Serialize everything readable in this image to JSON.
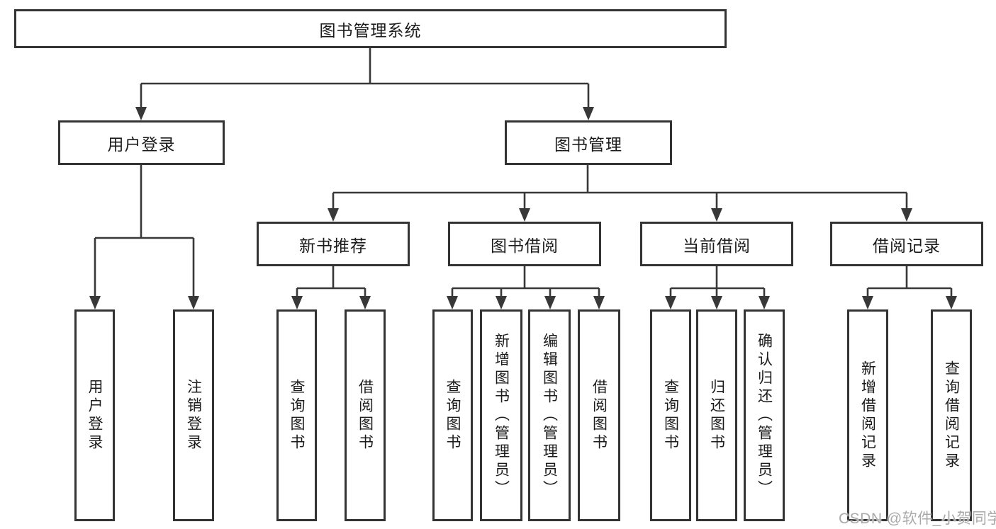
{
  "tree": {
    "label": "图书管理系统",
    "children": [
      {
        "label": "用户登录",
        "children": [
          {
            "label": "用户登录"
          },
          {
            "label": "注销登录"
          }
        ]
      },
      {
        "label": "图书管理",
        "children": [
          {
            "label": "新书推荐",
            "children": [
              {
                "label": "查询图书"
              },
              {
                "label": "借阅图书"
              }
            ]
          },
          {
            "label": "图书借阅",
            "children": [
              {
                "label": "查询图书"
              },
              {
                "label": "新增图书（管理员）"
              },
              {
                "label": "编辑图书（管理员）"
              },
              {
                "label": "借阅图书"
              }
            ]
          },
          {
            "label": "当前借阅",
            "children": [
              {
                "label": "查询图书"
              },
              {
                "label": "归还图书"
              },
              {
                "label": "确认归还（管理员）"
              }
            ]
          },
          {
            "label": "借阅记录",
            "children": [
              {
                "label": "新增借阅记录"
              },
              {
                "label": "查询借阅记录"
              }
            ]
          }
        ]
      }
    ]
  },
  "watermark": {
    "text": "CSDN @软件_小贺同学"
  },
  "colors": {
    "line": "#383838",
    "box_border": "#333333",
    "text": "#1b1b1b",
    "background": "#ffffff",
    "watermark": "#a9a9a9"
  }
}
